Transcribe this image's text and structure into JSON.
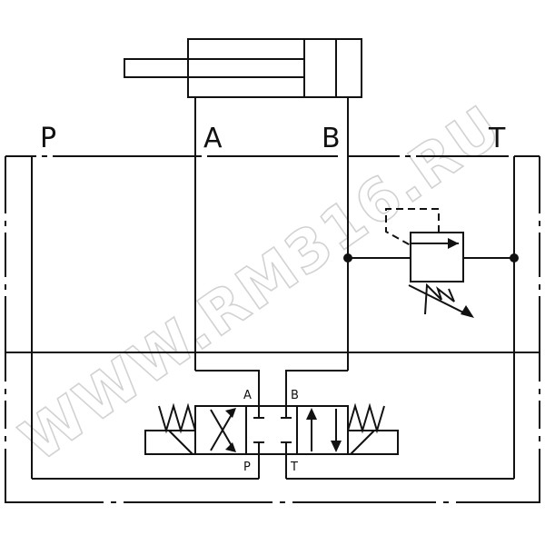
{
  "ports": {
    "p": "P",
    "a": "A",
    "b": "B",
    "t": "T"
  },
  "valve_ports": {
    "a": "A",
    "b": "B",
    "p": "P",
    "t": "T"
  },
  "watermark": "WWW.RM316.RU",
  "colors": {
    "line": "#111111",
    "watermark": "#d2d2d2"
  }
}
